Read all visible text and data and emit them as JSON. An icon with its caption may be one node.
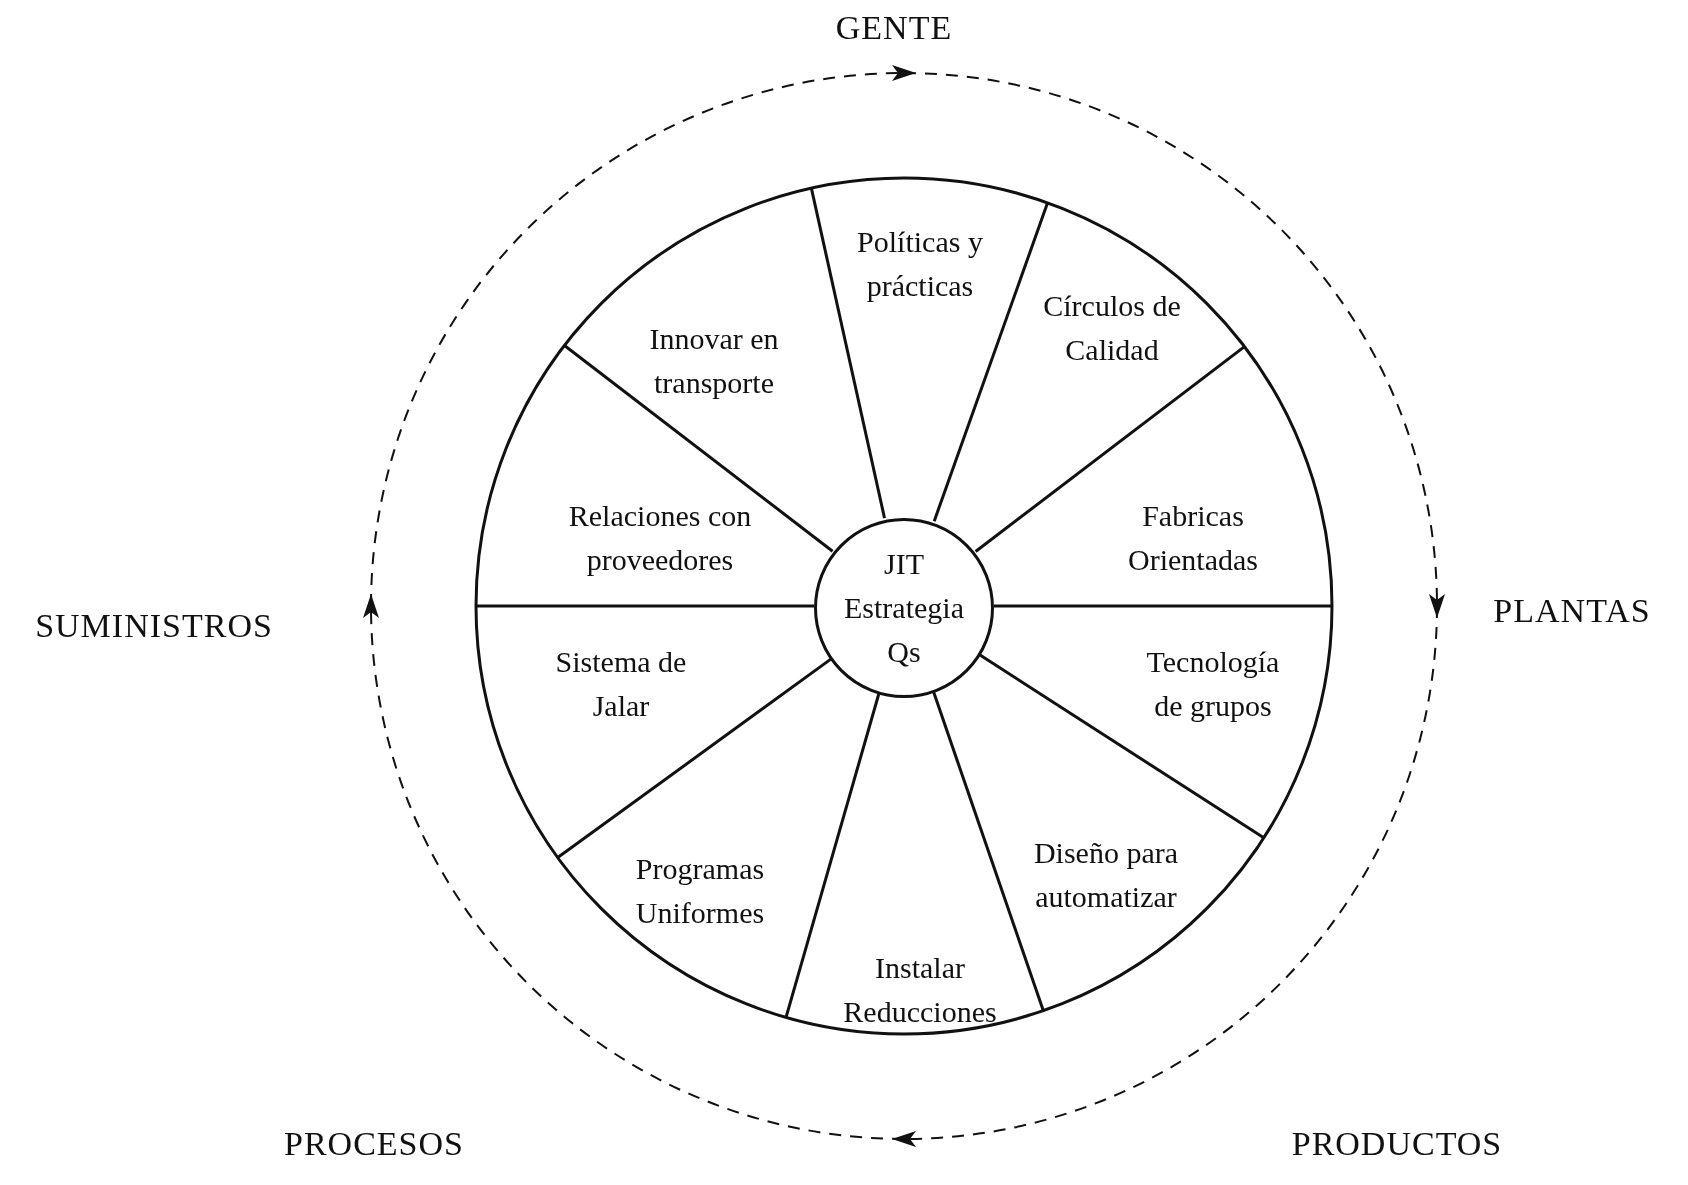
{
  "diagram": {
    "nodes": [
      {
        "text": [
          "JIT Estrategia Qs"
        ]
      },
      {
        "text": [
          "Políticas y prácticas"
        ]
      },
      {
        "text": [
          "Círculos de Calidad"
        ]
      },
      {
        "text": [
          "Fabricas Orientadas"
        ]
      },
      {
        "text": [
          "Tecnología de grupos"
        ]
      },
      {
        "text": [
          "Diseño para automatizar"
        ]
      },
      {
        "text": [
          "Instalar Reducciones"
        ]
      },
      {
        "text": [
          "Programas Uniformes"
        ]
      },
      {
        "text": [
          "Sistema de Jalar"
        ]
      },
      {
        "text": [
          "Relaciones con proveedores"
        ]
      },
      {
        "text": [
          "Innovar en transporte"
        ]
      }
    ],
    "labels": [
      "GENTE",
      "SUMINISTROS",
      "PLANTAS",
      "PROCESOS",
      "PRODUCTOS"
    ]
  }
}
